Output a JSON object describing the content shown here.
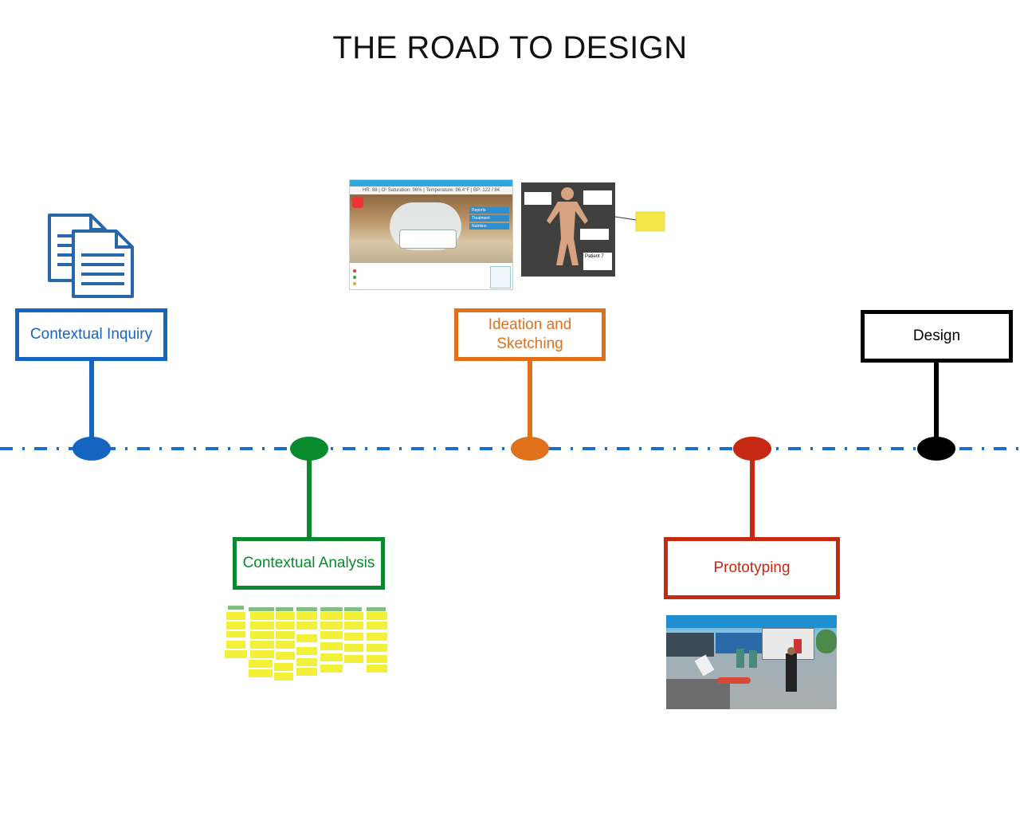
{
  "title": "THE ROAD TO DESIGN",
  "stages": [
    {
      "label": "Contextual Inquiry",
      "color": "#1565c0",
      "icon": "documents-icon"
    },
    {
      "label": "Contextual Analysis",
      "color": "#0a8a2e",
      "image": "sticky-notes-affinity-diagram"
    },
    {
      "label": "Ideation and Sketching",
      "color": "#e0701a",
      "image": "hospital-room-ui-sketches"
    },
    {
      "label": "Prototyping",
      "color": "#c62811",
      "image": "emergency-scene-prototype"
    },
    {
      "label": "Design",
      "color": "#000000"
    }
  ],
  "timeline": {
    "style": "dash-dot",
    "color": "#1a6ed0"
  },
  "thumbnails": {
    "hospital_vitals": "HR: 88 | O² Saturation: 96% | Temperature: 96.4°F | BP: 122 / 84",
    "hospital_menu": [
      "Reports",
      "Treatment",
      "Nutrition"
    ],
    "anatomy_label": "Patient 7"
  }
}
